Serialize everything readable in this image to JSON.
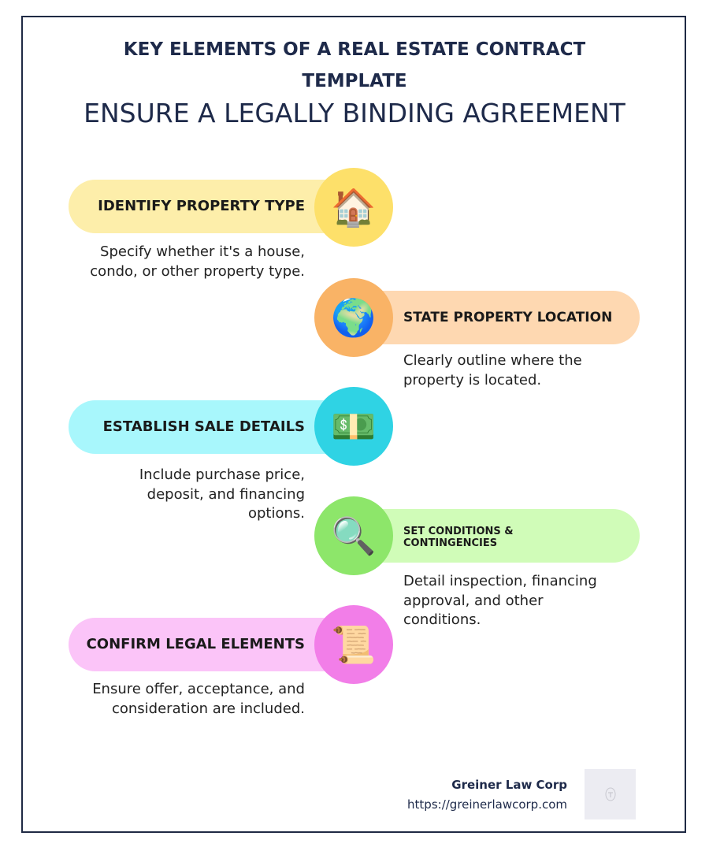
{
  "header": {
    "title_line1": "KEY ELEMENTS OF A REAL ESTATE CONTRACT",
    "title_line2": "TEMPLATE",
    "subtitle": "ENSURE A LEGALLY BINDING AGREEMENT"
  },
  "steps": [
    {
      "title": "IDENTIFY PROPERTY TYPE",
      "icon": "house-icon",
      "glyph": "🏠",
      "desc": "Specify whether it's a house, condo, or other property type.",
      "pill_color": "#fdeeaa",
      "circle_color": "#fde06a"
    },
    {
      "title": "STATE PROPERTY LOCATION",
      "icon": "globe-icon",
      "glyph": "🌍",
      "desc": "Clearly outline where the property is located.",
      "pill_color": "#fed8b1",
      "circle_color": "#f9b366"
    },
    {
      "title": "ESTABLISH SALE DETAILS",
      "icon": "money-icon",
      "glyph": "💵",
      "desc": "Include purchase price, deposit, and financing options.",
      "pill_color": "#a8f7fc",
      "circle_color": "#2fd3e4"
    },
    {
      "title": "SET CONDITIONS & CONTINGENCIES",
      "icon": "magnifier-icon",
      "glyph": "🔍",
      "desc": "Detail inspection, financing approval, and other conditions.",
      "pill_color": "#d0fcb8",
      "circle_color": "#8de66a"
    },
    {
      "title": "CONFIRM LEGAL ELEMENTS",
      "icon": "scroll-icon",
      "glyph": "📜",
      "desc": "Ensure offer, acceptance, and consideration are included.",
      "pill_color": "#fbc4f8",
      "circle_color": "#f27ee8"
    }
  ],
  "footer": {
    "company": "Greiner Law Corp",
    "url": "https://greinerlawcorp.com"
  }
}
